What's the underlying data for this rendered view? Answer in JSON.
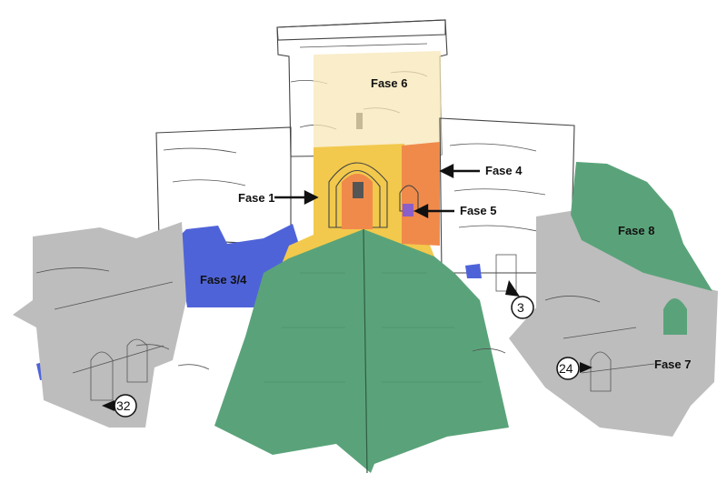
{
  "phases": {
    "fase1": "Fase 1",
    "fase3_4": "Fase 3/4",
    "fase4": "Fase 4",
    "fase5": "Fase 5",
    "fase6": "Fase 6",
    "fase7": "Fase 7",
    "fase8": "Fase 8"
  },
  "viewpoints": {
    "vp3": "3",
    "vp24": "24",
    "vp32": "32"
  },
  "colors": {
    "fase1": "#f2c94c",
    "fase3_4": "#4f63d9",
    "fase4": "#f08a4b",
    "fase5": "#8b5fc9",
    "fase6": "#f7e7b8",
    "fase7": "#bdbdbd",
    "fase8": "#5aa37a"
  },
  "icons": {
    "pointer": "arrow-icon",
    "viewpoint": "viewpoint-marker-icon"
  }
}
